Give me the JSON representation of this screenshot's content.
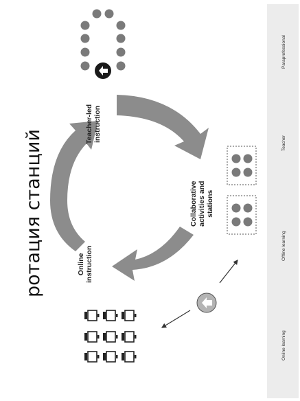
{
  "title": "ротация станций",
  "stations": {
    "teacher_led": {
      "line1": "Teacher-led",
      "line2": "instruction"
    },
    "collaborative": {
      "line1": "Collaborative",
      "line2": "activities and",
      "line3": "stations"
    },
    "online": {
      "line1": "Online",
      "line2": "instruction"
    }
  },
  "legend": {
    "items": [
      {
        "icon": "computer-icon",
        "label": "Online learning"
      },
      {
        "icon": "dot-icon",
        "label": "Offline learning"
      },
      {
        "icon": "teacher-icon",
        "label": "Teacher"
      },
      {
        "icon": "paraprofessional-icon",
        "label": "Paraprofessional"
      }
    ]
  },
  "colors": {
    "arrow": "#8c8c8c",
    "dot": "#7a7a7a",
    "teacher": "#1a1a1a",
    "paraprofessional": "#b4b4b4",
    "legend_bg": "#ececec"
  }
}
